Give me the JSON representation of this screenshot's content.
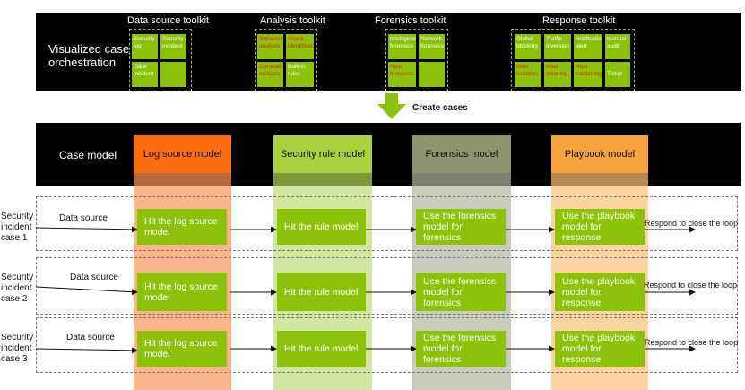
{
  "top": {
    "title_line1": "Visualized case",
    "title_line2": "orchestration",
    "toolkits": [
      {
        "title": "Data source toolkit",
        "tools": [
          "Security log",
          "Security incident",
          "O&M incident",
          ""
        ]
      },
      {
        "title": "Analysis toolkit",
        "tools": [
          "Behavior analysis",
          "Attack identification",
          "Correlation analysis",
          "Built-in rules"
        ]
      },
      {
        "title": "Forensics toolkit",
        "tools": [
          "Intelligence forensics",
          "Network forensics",
          "Host forensics",
          ""
        ]
      },
      {
        "title": "Response toolkit",
        "tools": [
          "Global blocking",
          "Traffic diversion",
          "Notification alert",
          "Manual audit",
          "Host isolation",
          "Host cleaning",
          "Host hardening",
          "Ticket"
        ]
      }
    ]
  },
  "arrow_label": "Create cases",
  "model_row": {
    "title": "Case model",
    "columns": [
      "Log source model",
      "Security rule model",
      "Forensics model",
      "Playbook model"
    ]
  },
  "colors": {
    "orange_head": "#fb6d0f",
    "orange_band": "#f9b48a",
    "green_head": "#a9d13e",
    "green_band": "#d2e6a0",
    "gray_head": "#8c9470",
    "gray_band": "#c9ccbc",
    "amber_head": "#f7a23b",
    "amber_band": "#fbd39e",
    "box_green": "#8cc20a"
  },
  "cases": [
    {
      "label_lines": [
        "Security",
        "incident",
        "case 1"
      ],
      "source": "Data source",
      "steps": [
        "Hit the log source model",
        "Hit the rule model",
        "Use the forensics model for forensics",
        "Use the playbook model for response"
      ],
      "respond": "Respond to close the loop"
    },
    {
      "label_lines": [
        "Security",
        "incident",
        "case 2"
      ],
      "source": "Data source",
      "steps": [
        "Hit the log source model",
        "Hit the rule model",
        "Use the forensics model for forensics",
        "Use the playbook model for response"
      ],
      "respond": "Respond to close the loop"
    },
    {
      "label_lines": [
        "Security",
        "incident",
        "case 3"
      ],
      "source": "Data source",
      "steps": [
        "Hit the log source model",
        "Hit the rule model",
        "Use the forensics model for forensics",
        "Use the playbook model for response"
      ],
      "respond": "Respond to close the loop"
    }
  ]
}
